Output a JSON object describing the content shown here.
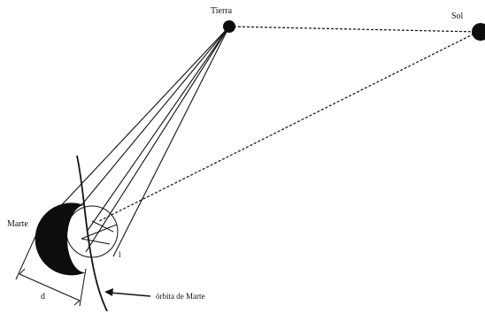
{
  "labels": {
    "earth": "Tierra",
    "sun": "Sol",
    "mars": "Marte",
    "orbit": "órbita de Marte",
    "d": "d",
    "l": "l"
  },
  "colors": {
    "ink": "#111111",
    "background": "#ffffff"
  }
}
